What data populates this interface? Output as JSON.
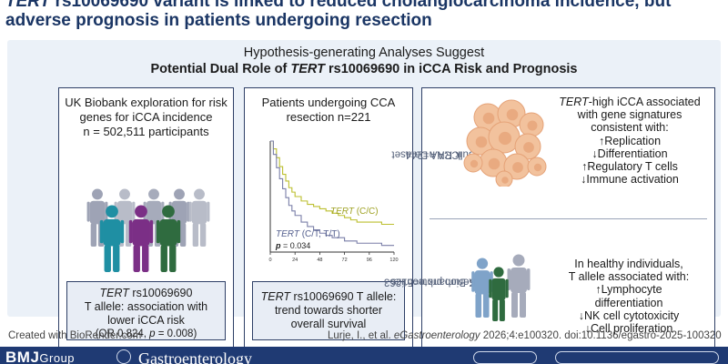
{
  "headline": {
    "line1_italic": "TERT",
    "line1_rest": " rs10069690 variant is linked to reduced cholangiocarcinoma incidence, but",
    "line2": "adverse prognosis in patients undergoing resection"
  },
  "hypothesis": {
    "title": "Hypothesis-generating Analyses Suggest",
    "subtitle_pre": "Potential Dual Role of ",
    "subtitle_italic": "TERT",
    "subtitle_post": " rs10069690 in iCCA Risk and Prognosis"
  },
  "panel1": {
    "title_lines": [
      "UK Biobank exploration for risk",
      "genes for iCCA incidence",
      "n = 502,511 participants"
    ],
    "result": {
      "gene_italic": "TERT",
      "line1_rest": " rs10069690",
      "line2": "T allele: association with",
      "line3": "lower iCCA risk",
      "line4_pre": "(OR 0.824, ",
      "line4_p": "p",
      "line4_post": " = 0.008)"
    },
    "people_colors": [
      "#9ea3b5",
      "#b8bcc8",
      "#a6abbb",
      "#9ea3b5",
      "#b8bcc8",
      "#1f8fa3",
      "#7b2f86",
      "#2f6b3f"
    ]
  },
  "panel2": {
    "title_lines": [
      "Patients undergoing CCA",
      "resection n=221"
    ],
    "result": {
      "gene_italic": "TERT",
      "line1_rest": " rs10069690 T allele:",
      "line2": "trend towards shorter",
      "line3": "overall survival"
    }
  },
  "chart_data": {
    "type": "line",
    "xlim": [
      0,
      120
    ],
    "ylim": [
      0,
      1
    ],
    "xticks": [
      "0",
      "24",
      "48",
      "72",
      "96",
      "120"
    ],
    "series": [
      {
        "name": "TERT (C/C)",
        "color": "#bcbf2f",
        "x": [
          0,
          3,
          6,
          9,
          12,
          15,
          18,
          21,
          24,
          30,
          36,
          42,
          48,
          54,
          60,
          66,
          72,
          78,
          84,
          96,
          108,
          120
        ],
        "y": [
          1.0,
          0.93,
          0.85,
          0.77,
          0.7,
          0.64,
          0.58,
          0.54,
          0.5,
          0.46,
          0.43,
          0.41,
          0.39,
          0.37,
          0.35,
          0.33,
          0.31,
          0.29,
          0.27,
          0.27,
          0.25,
          0.25
        ]
      },
      {
        "name": "TERT (C/T, T/T)",
        "color": "#7a7fa8",
        "x": [
          0,
          3,
          6,
          9,
          12,
          15,
          18,
          21,
          24,
          30,
          36,
          42,
          48,
          54,
          60,
          72,
          84,
          96,
          108,
          120
        ],
        "y": [
          1.0,
          0.88,
          0.76,
          0.66,
          0.57,
          0.49,
          0.42,
          0.37,
          0.33,
          0.27,
          0.23,
          0.2,
          0.17,
          0.15,
          0.13,
          0.1,
          0.08,
          0.08,
          0.06,
          0.06
        ]
      }
    ],
    "annotations": {
      "cc_gene": "TERT",
      "cc_rest": " (C/C)",
      "ct_gene": "TERT",
      "ct_rest": " (C/T, T/T)",
      "p_label": "p",
      "p_rest": " = 0.034"
    }
  },
  "panel3": {
    "upper_label": [
      "iCCA n=244",
      "Bulk RNA Dataset"
    ],
    "lower_label": [
      "UK Biobank n=51263",
      "Serum proteomics"
    ],
    "upper_finding": {
      "gene_italic": "TERT",
      "line1_rest": "-high iCCA associated",
      "line2": "with gene signatures",
      "line3": "consistent with:",
      "line4": "↑Replication",
      "line5": "↓Differentiation",
      "line6": "↑Regulatory T cells",
      "line7": "↓Immune activation"
    },
    "lower_finding": {
      "line1": "In healthy individuals,",
      "line2": "T allele associated with:",
      "line3": "↑Lymphocyte",
      "line4": "differentiation",
      "line5": "↓NK cell cytotoxicity",
      "line6": "↓Cell proliferation"
    }
  },
  "footer": {
    "left": "Created with BioRender.com",
    "right_pre": "Lurje, I., et al. ",
    "right_journal": "eGastroenterology",
    "right_post": " 2026;4:e100320. doi:10.1136/egastro-2025-100320"
  },
  "bottom_bar": {
    "bmj": "BMJ",
    "group": "Group",
    "journal": "Gastroenterology"
  },
  "colors": {
    "navy": "#1a3564",
    "panel_border": "#2e3f66",
    "outer_bg": "#ebf1f8",
    "result_bg": "#e8edf5",
    "cell": "#f2c29d",
    "cell_dark": "#e5a277"
  }
}
